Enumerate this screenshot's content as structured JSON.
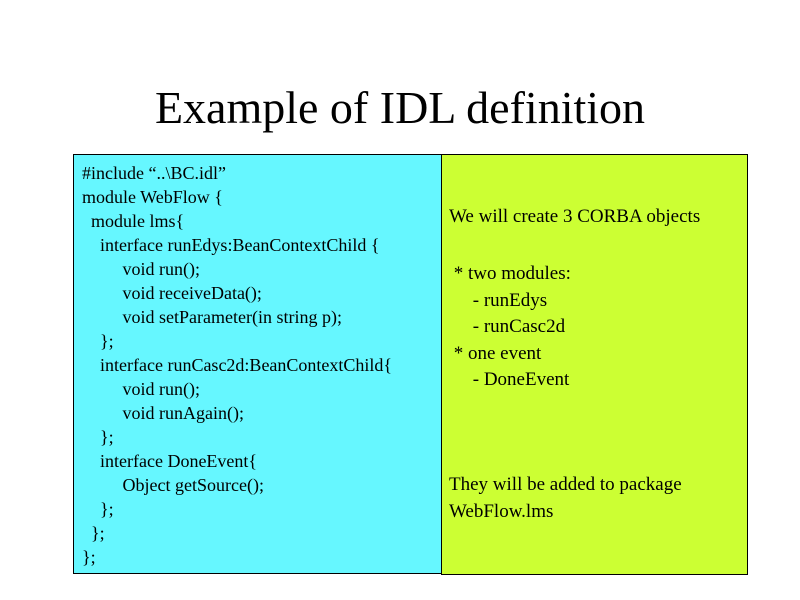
{
  "title": "Example of IDL definition",
  "colors": {
    "code_background": "#66f7ff",
    "notes_background": "#ccff33",
    "border": "#000000"
  },
  "code": {
    "lines": [
      "#include “..\\BC.idl”",
      "module WebFlow {",
      "  module lms{",
      "    interface runEdys:BeanContextChild {",
      "         void run();",
      "         void receiveData();",
      "         void setParameter(in string p);",
      "    };",
      "    interface runCasc2d:BeanContextChild{",
      "         void run();",
      "         void runAgain();",
      "    };",
      "    interface DoneEvent{",
      "         Object getSource();",
      "    };",
      "  };",
      "};"
    ]
  },
  "notes": {
    "intro": "We will create 3 CORBA objects",
    "list_lines": [
      " * two modules:",
      "     - runEdys",
      "     - runCasc2d",
      " * one event",
      "     - DoneEvent"
    ],
    "conclusion_lines": [
      "They will be added to package",
      "WebFlow.lms"
    ]
  }
}
